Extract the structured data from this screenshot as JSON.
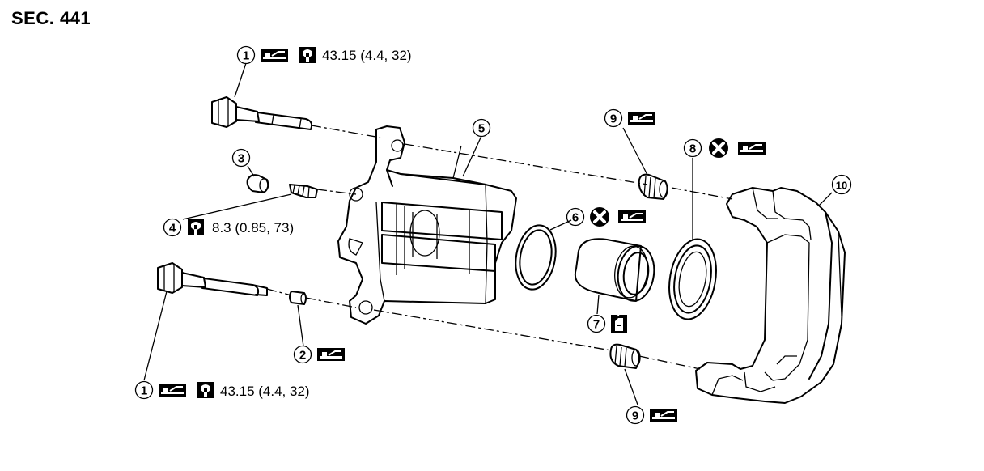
{
  "header": {
    "section_code": "SEC. 441"
  },
  "callouts": [
    {
      "id": "c1-top",
      "number": "1",
      "torque": "43.15 (4.4, 32)"
    },
    {
      "id": "c1-bottom",
      "number": "1",
      "torque": "43.15 (4.4, 32)"
    },
    {
      "id": "c2",
      "number": "2"
    },
    {
      "id": "c3",
      "number": "3"
    },
    {
      "id": "c4",
      "number": "4",
      "torque": "8.3 (0.85, 73)"
    },
    {
      "id": "c5",
      "number": "5"
    },
    {
      "id": "c6",
      "number": "6"
    },
    {
      "id": "c7",
      "number": "7"
    },
    {
      "id": "c8",
      "number": "8"
    },
    {
      "id": "c9-top",
      "number": "9"
    },
    {
      "id": "c9-bottom",
      "number": "9"
    },
    {
      "id": "c10",
      "number": "10"
    }
  ],
  "icons": {
    "grease": "grease-apply-icon",
    "torque": "torque-wrench-icon",
    "replace": "do-not-reuse-icon",
    "fluid": "brake-fluid-icon"
  }
}
